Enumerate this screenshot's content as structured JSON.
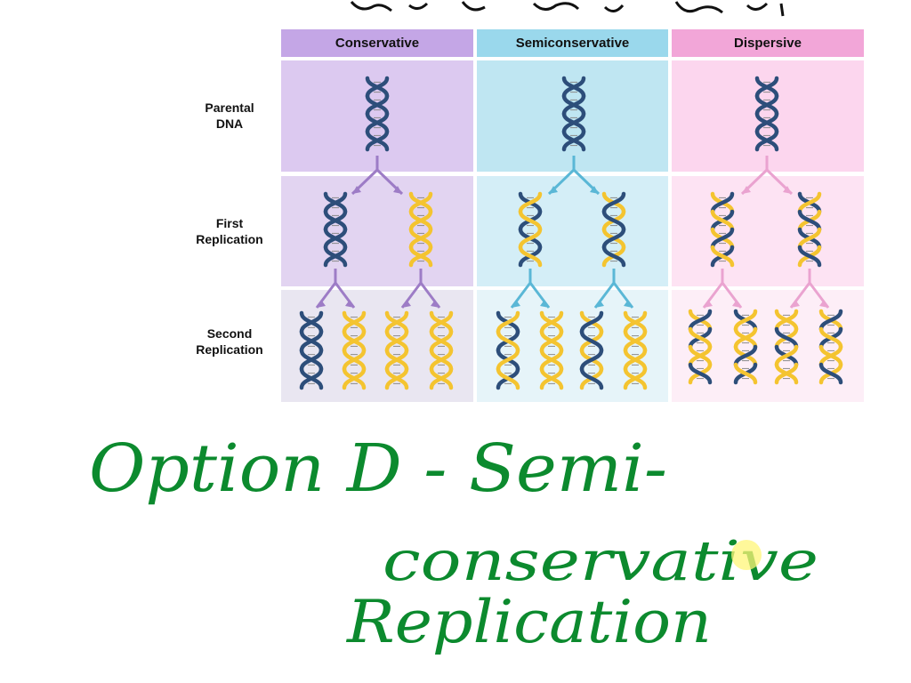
{
  "top_scrawl": "which method?",
  "columns": [
    {
      "label": "Conservative",
      "header_color": "#c4a6e6",
      "colors": [
        "#dcc9f0",
        "#e2d4f1",
        "#e9e6f1"
      ],
      "arrow_color": "#9d7cc6"
    },
    {
      "label": "Semiconservative",
      "header_color": "#9ad8ec",
      "colors": [
        "#bfe6f2",
        "#d4eef7",
        "#e6f4f9"
      ],
      "arrow_color": "#5ab7d6"
    },
    {
      "label": "Dispersive",
      "header_color": "#f2a6d8",
      "colors": [
        "#fcd6ee",
        "#fde3f3",
        "#fdeef7"
      ],
      "arrow_color": "#eaa3d0"
    }
  ],
  "rows": [
    {
      "label_line1": "Parental",
      "label_line2": "DNA"
    },
    {
      "label_line1": "First",
      "label_line2": "Replication"
    },
    {
      "label_line1": "Second",
      "label_line2": "Replication"
    }
  ],
  "strand_colors": {
    "old": "#2d4e7a",
    "new": "#f4c430"
  },
  "handwriting": {
    "line1": "Option D - Semi-",
    "line2": "conservative",
    "line3": "Replication",
    "color": "#0c8a2e"
  }
}
